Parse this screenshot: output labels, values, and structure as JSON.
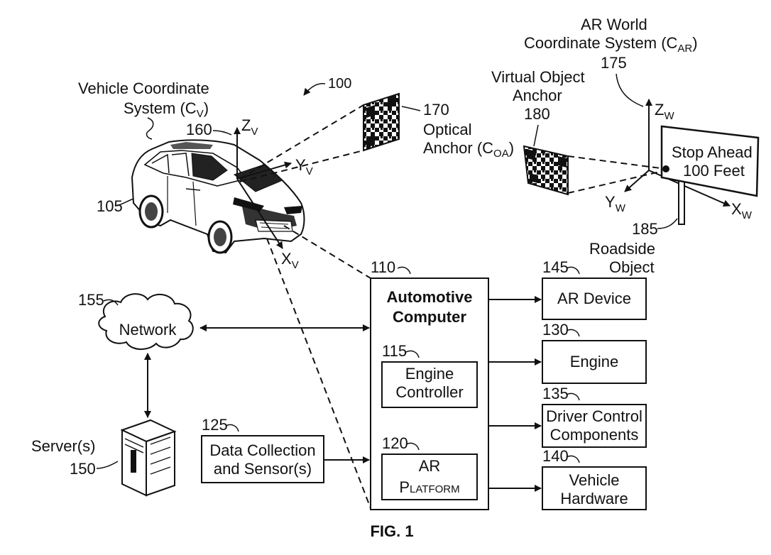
{
  "figure": {
    "caption": "FIG. 1",
    "ref_system": "100",
    "vehicle": {
      "ref": "105"
    },
    "vehicle_cs": {
      "title_line1": "Vehicle Coordinate",
      "title_line2": "System (C",
      "title_sub": "V",
      "title_close": ")",
      "ref": "160",
      "axes": {
        "z": "Z",
        "z_sub": "V",
        "y": "Y",
        "y_sub": "V",
        "x": "X",
        "x_sub": "V"
      }
    },
    "optical_anchor": {
      "ref": "170",
      "line1": "Optical",
      "line2": "Anchor (C",
      "sub": "OA",
      "close": ")"
    },
    "virtual_anchor": {
      "line1": "Virtual Object",
      "line2": "Anchor",
      "ref": "180"
    },
    "ar_world_cs": {
      "line1": "AR World",
      "line2": "Coordinate System (C",
      "sub": "AR",
      "close": ")",
      "ref": "175",
      "axes": {
        "z": "Z",
        "z_sub": "W",
        "y": "Y",
        "y_sub": "W",
        "x": "X",
        "x_sub": "W"
      }
    },
    "sign": {
      "line1": "Stop Ahead",
      "line2": "100 Feet"
    },
    "roadside": {
      "ref": "185",
      "line1": "Roadside",
      "line2": "Object"
    },
    "automotive_computer": {
      "ref": "110",
      "line1": "Automotive",
      "line2": "Computer"
    },
    "engine_controller": {
      "ref": "115",
      "line1": "Engine",
      "line2": "Controller"
    },
    "ar_platform": {
      "ref": "120",
      "line1": "AR",
      "line2": "Platform"
    },
    "data_collection": {
      "ref": "125",
      "line1": "Data Collection",
      "line2": "and Sensor(s)"
    },
    "network": {
      "ref": "155",
      "label": "Network"
    },
    "server": {
      "ref": "150",
      "label": "Server(s)"
    },
    "ar_device": {
      "ref": "145",
      "label": "AR Device"
    },
    "engine": {
      "ref": "130",
      "label": "Engine"
    },
    "driver_controls": {
      "ref": "135",
      "line1": "Driver Control",
      "line2": "Components"
    },
    "vehicle_hardware": {
      "ref": "140",
      "line1": "Vehicle",
      "line2": "Hardware"
    }
  }
}
